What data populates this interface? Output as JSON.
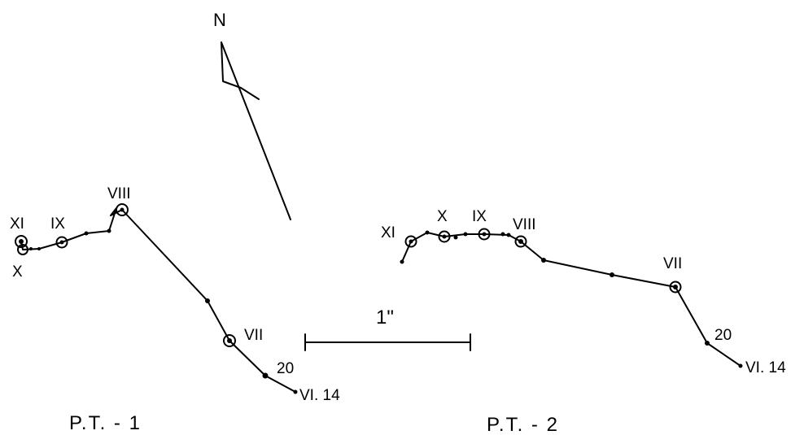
{
  "north_arrow": {
    "label": "N"
  },
  "scale_bar": {
    "label": "1\""
  },
  "panels": [
    {
      "caption": "P.T. - 1",
      "labels": {
        "XI": "XI",
        "IX": "IX",
        "X": "X",
        "VIII": "VIII",
        "VII": "VII",
        "d20": "20",
        "start": "VI. 14"
      }
    },
    {
      "caption": "P.T. - 2",
      "labels": {
        "XI": "XI",
        "X": "X",
        "IX": "IX",
        "VIII": "VIII",
        "VII": "VII",
        "d20": "20",
        "start": "VI. 14"
      }
    }
  ],
  "colors": {
    "ink": "#000000",
    "paper": "#ffffff"
  }
}
